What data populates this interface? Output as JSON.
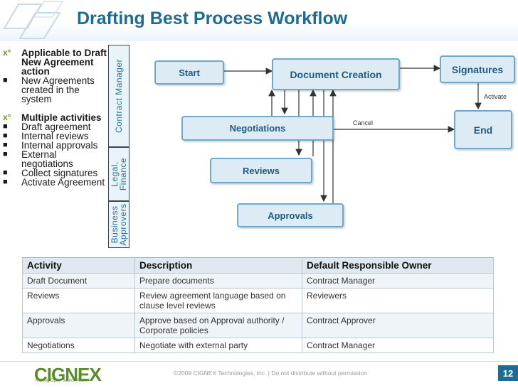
{
  "header": {
    "title": "Drafting Best Process Workflow"
  },
  "bullets": [
    {
      "text": "Applicable to Draft New Agreement action",
      "marker": "x",
      "bold": true
    },
    {
      "text": "New Agreements created in the system",
      "marker": "square",
      "bold": false
    },
    {
      "text": "Multiple activities",
      "marker": "x",
      "bold": true
    },
    {
      "text": "Draft agreement",
      "marker": "square",
      "bold": false
    },
    {
      "text": "Internal reviews",
      "marker": "square",
      "bold": false
    },
    {
      "text": "Internal approvals",
      "marker": "square",
      "bold": false
    },
    {
      "text": "External negotiations",
      "marker": "square",
      "bold": false
    },
    {
      "text": "Collect signatures",
      "marker": "square",
      "bold": false
    },
    {
      "text": "Activate Agreement",
      "marker": "square",
      "bold": false
    }
  ],
  "lanes": {
    "contract_manager": "Contract Manager",
    "legal_finance_1": "Legal,",
    "legal_finance_2": "Finance",
    "business_approvers_1": "Business",
    "business_approvers_2": "Approvers"
  },
  "workflow": {
    "start": "Start",
    "document_creation": "Document Creation",
    "signatures": "Signatures",
    "negotiations": "Negotiations",
    "end": "End",
    "reviews": "Reviews",
    "approvals": "Approvals",
    "cancel_label": "Cancel",
    "activate_label": "Activate"
  },
  "table": {
    "headers": [
      "Activity",
      "Description",
      "Default Responsible Owner"
    ],
    "rows": [
      [
        "Draft Document",
        "Prepare documents",
        "Contract Manager"
      ],
      [
        "Reviews",
        "Review agreement language based on clause level reviews",
        "Reviewers"
      ],
      [
        "Approvals",
        "Approve based on Approval authority / Corporate policies",
        "Contract Approver"
      ],
      [
        "Negotiations",
        "Negotiate with external party",
        "Contract Manager"
      ]
    ]
  },
  "footer": {
    "brand": "CIGNEX",
    "tagline": "Making Open Source Work",
    "copyright": "©2009 CIGNEX Technologies, Inc. | Do not distribute without permission",
    "page_number": "12"
  },
  "colors": {
    "title": "#1f6b91",
    "box_fill": "#dcebf4",
    "box_border": "#6fa8c8",
    "brand_green": "#5b8c2a"
  }
}
